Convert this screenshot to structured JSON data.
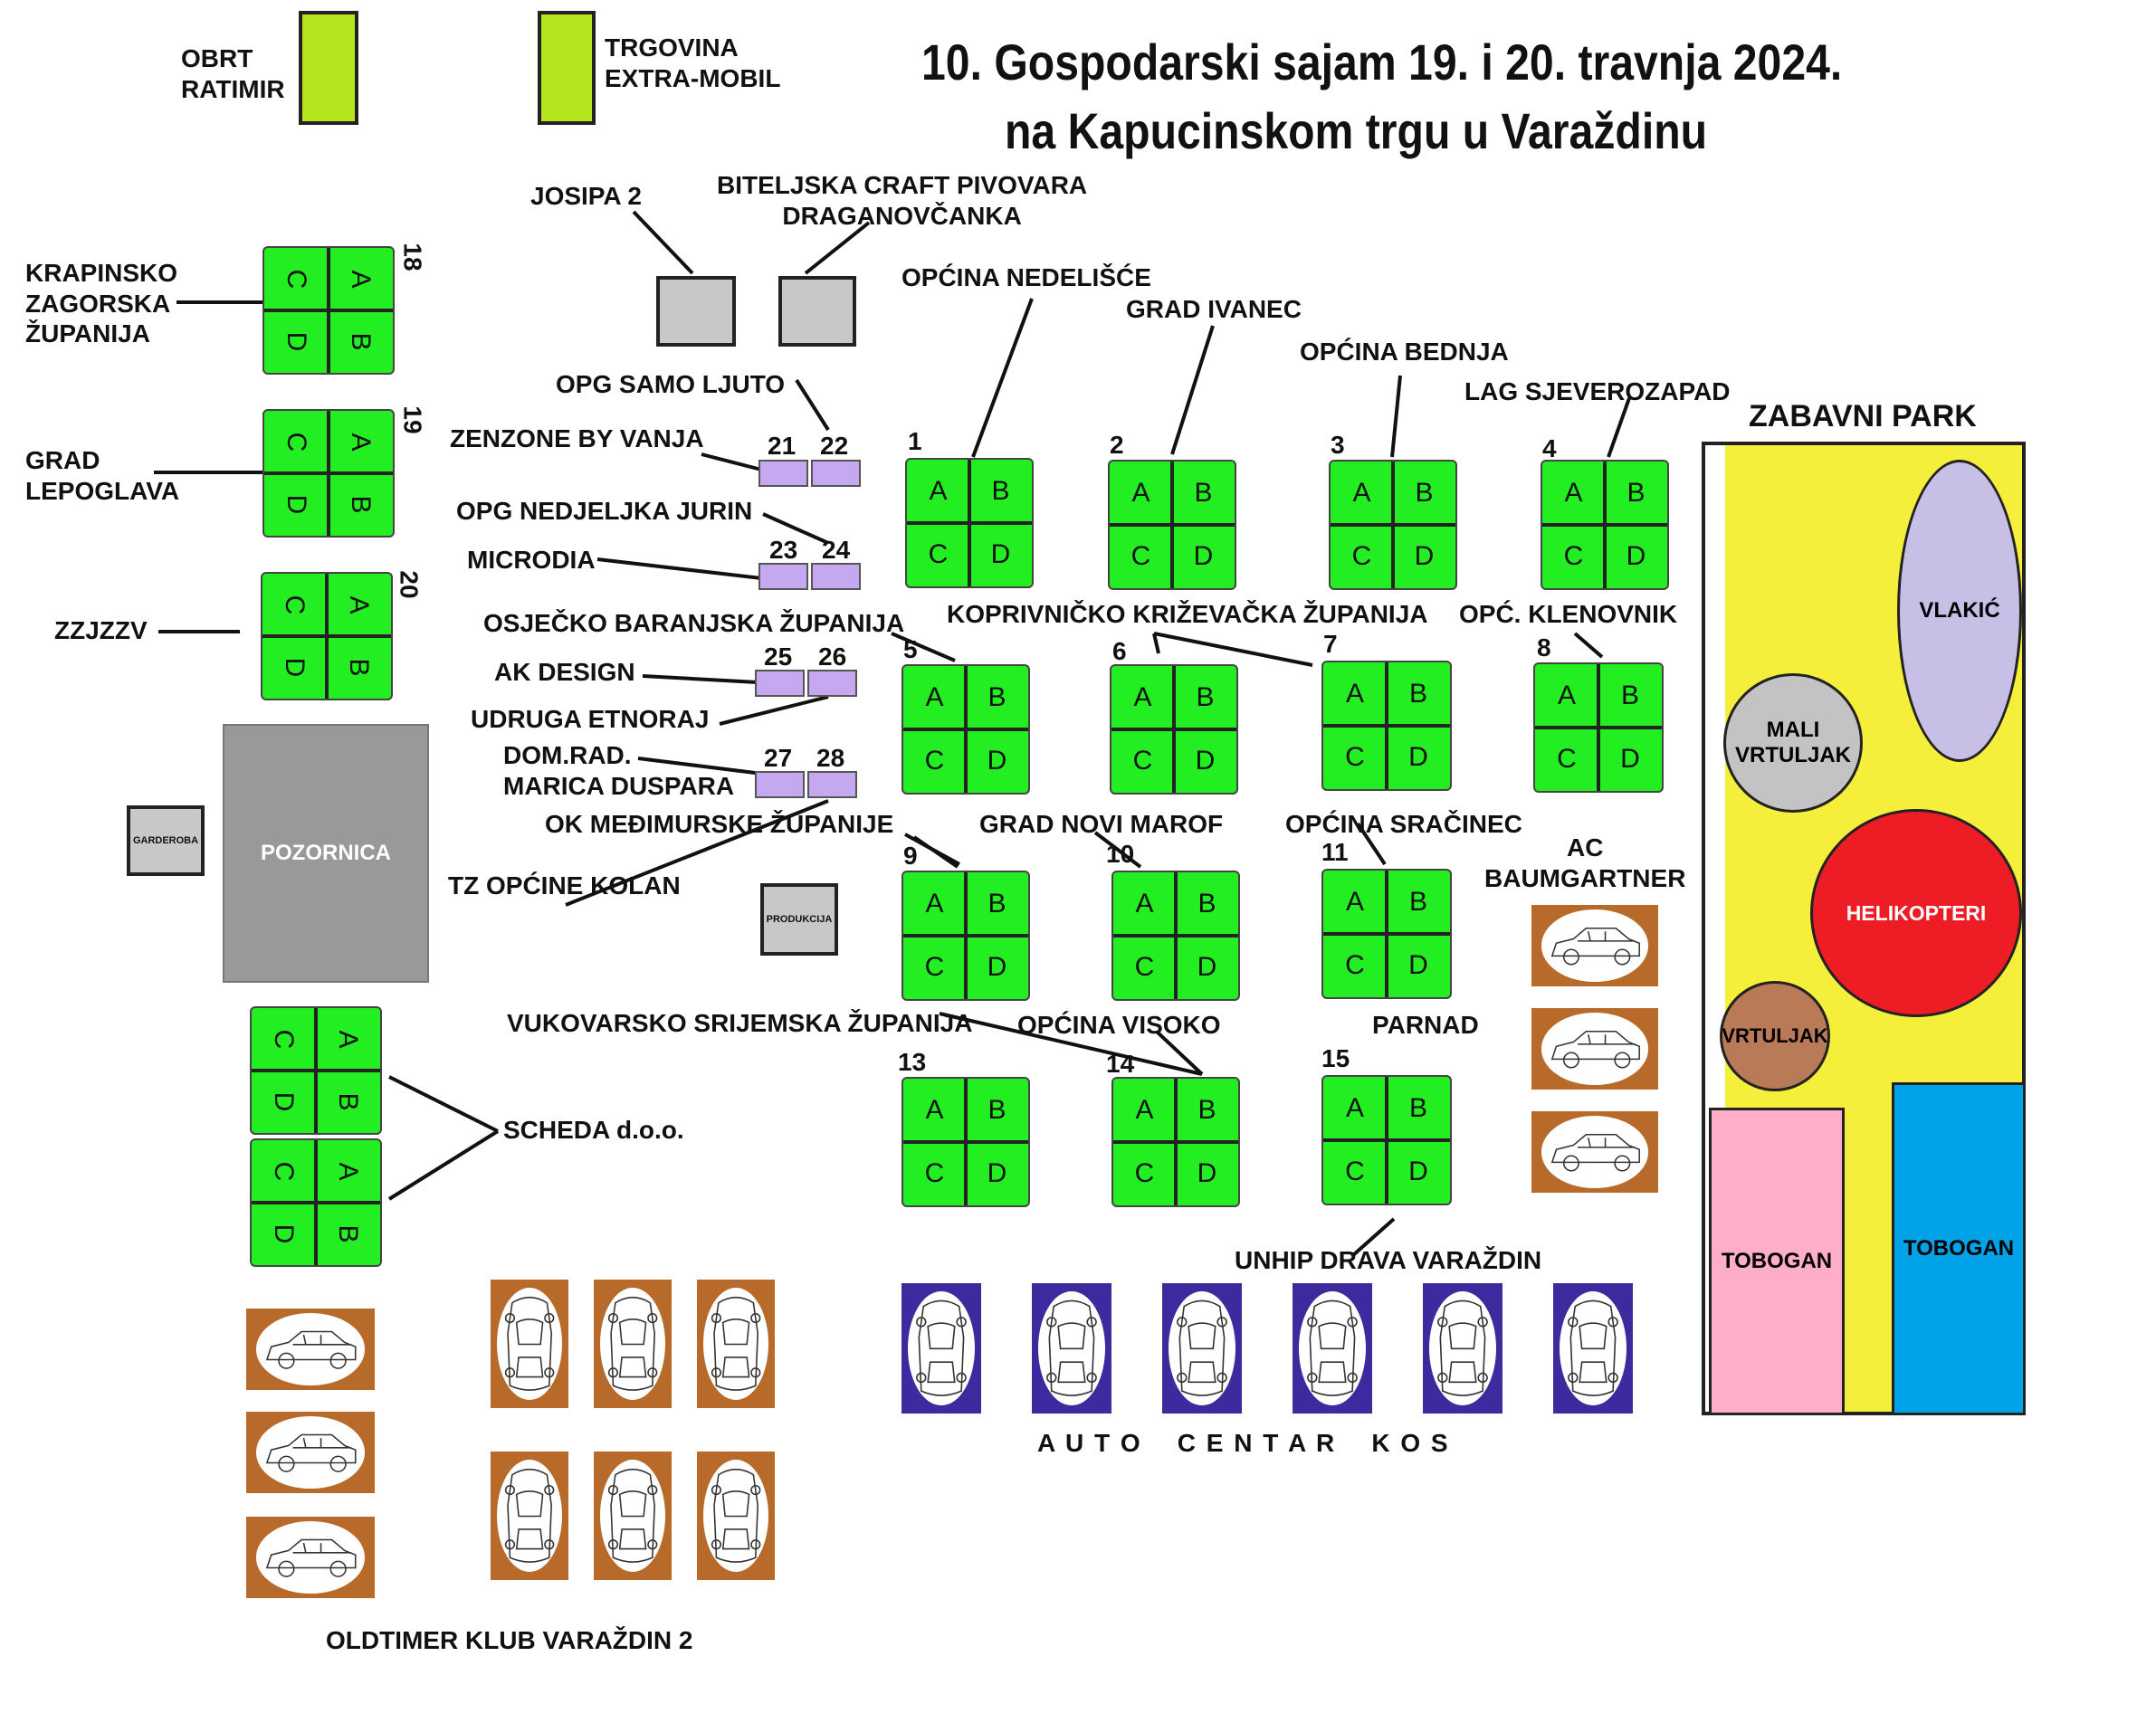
{
  "title": {
    "line1": "10. Gospodarski sajam 19. i 20. travnja 2024.",
    "line2": "na Kapucinskom trgu u Varaždinu"
  },
  "colors": {
    "stand": "#22ee22",
    "small_stand": "#c5a8f0",
    "park_bg": "#f5ef3c",
    "booth_lime": "#b5e61d",
    "helikopteri": "#ee1c24",
    "vlakic": "#c8bfe7",
    "vrtuljak": "#b97a57",
    "tobogan_pink": "#ffaec9",
    "tobogan_blue": "#00a2e8",
    "gray": "#c8c8c8",
    "pozornica": "#999999"
  },
  "booths_top": [
    {
      "label": "OBRT\nRATIMIR"
    },
    {
      "label": "TRGOVINA\nEXTRA-MOBIL"
    }
  ],
  "exhibitors": {
    "josipa": "JOSIPA 2",
    "pivovara": "BITELJSKA CRAFT PIVOVARA\nDRAGANOVČANKA",
    "kzz": "KRAPINSKO\nZAGORSKA\nŽUPANIJA",
    "lepoglava": "GRAD\nLEPOGLAVA",
    "zzjzzv": "ZZJZZV",
    "samo_ljuto": "OPG SAMO LJUTO",
    "zenzone": "ZENZONE BY VANJA",
    "jurin": "OPG NEDJELJKA JURIN",
    "microdia": "MICRODIA",
    "osijek": "OSJEČKO BARANJSKA ŽUPANIJA",
    "ak_design": "AK DESIGN",
    "etnoraj": "UDRUGA ETNORAJ",
    "duspara": "DOM.RAD.\nMARICA DUSPARA",
    "ok_medjimurje": "OK MEĐIMURSKE ŽUPANIJE",
    "kolan": "TZ OPĆINE KOLAN",
    "nedelisce": "OPĆINA NEDELIŠĆE",
    "ivanec": "GRAD IVANEC",
    "bednja": "OPĆINA BEDNJA",
    "lag": "LAG SJEVEROZAPAD",
    "kkz": "KOPRIVNIČKO KRIŽEVAČKA ŽUPANIJA",
    "klenovnik": "OPĆ. KLENOVNIK",
    "novi_marof": "GRAD NOVI MAROF",
    "sracinec": "OPĆINA SRAČINEC",
    "ac_baumgartner": "AC\nBAUMGARTNER",
    "vsz": "VUKOVARSKO SRIJEMSKA ŽUPANIJA",
    "visoko": "OPĆINA VISOKO",
    "parnad": "PARNAD",
    "scheda": "SCHEDA d.o.o.",
    "unhip": "UNHIP DRAVA VARAŽDIN",
    "auto_centar": "A U T O    C E N T A R    K O S",
    "oldtimer": "OLDTIMER KLUB VARAŽDIN 2"
  },
  "venues": {
    "garderoba": "GARDEROBA",
    "pozornica": "POZORNICA",
    "produkcija": "PRODUKCIJA"
  },
  "park": {
    "title": "ZABAVNI PARK",
    "vlakic": "VLAKIĆ",
    "mali_vrtuljak": "MALI\nVRTULJAK",
    "helikopteri": "HELIKOPTERI",
    "vrtuljak": "VRTULJAK",
    "tobogan1": "TOBOGAN",
    "tobogan2": "TOBOGAN"
  },
  "stands": [
    {
      "num": "1"
    },
    {
      "num": "2"
    },
    {
      "num": "3"
    },
    {
      "num": "4"
    },
    {
      "num": "5"
    },
    {
      "num": "6"
    },
    {
      "num": "7"
    },
    {
      "num": "8"
    },
    {
      "num": "9"
    },
    {
      "num": "10"
    },
    {
      "num": "11"
    },
    {
      "num": "13"
    },
    {
      "num": "14"
    },
    {
      "num": "15"
    },
    {
      "num": "18"
    },
    {
      "num": "19"
    },
    {
      "num": "20"
    }
  ],
  "quadrants": [
    "A",
    "B",
    "C",
    "D"
  ],
  "small_stands": [
    "21",
    "22",
    "23",
    "24",
    "25",
    "26",
    "27",
    "28"
  ]
}
